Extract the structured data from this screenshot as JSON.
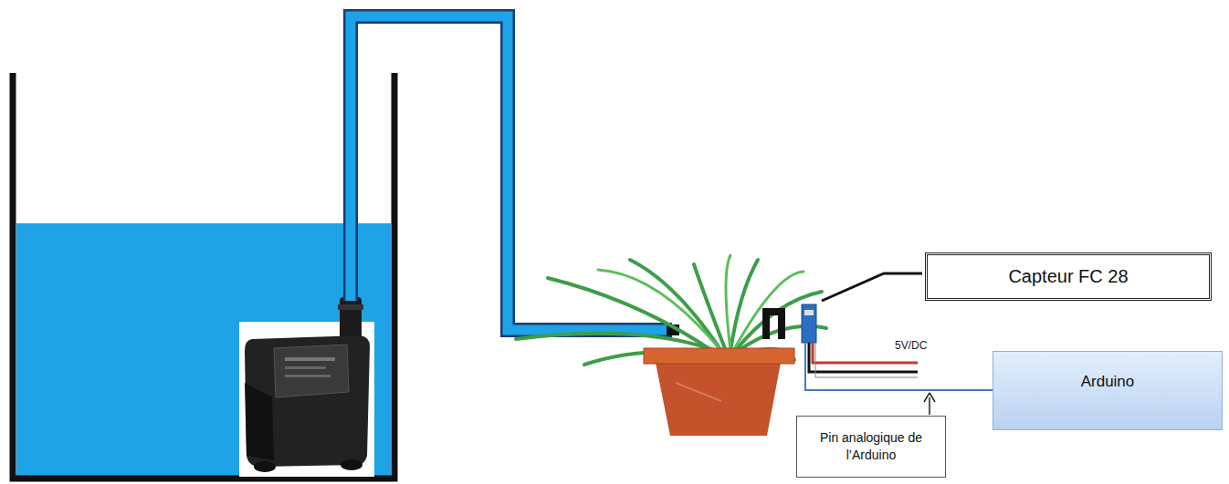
{
  "diagram": {
    "nodes": [
      {
        "text": [
          "Capteur FC 28"
        ]
      },
      {
        "text": [
          "Arduino"
        ]
      },
      {
        "text": [
          "Pin analogique de l’Arduino"
        ]
      }
    ],
    "labels": [
      "5V/DC"
    ]
  }
}
